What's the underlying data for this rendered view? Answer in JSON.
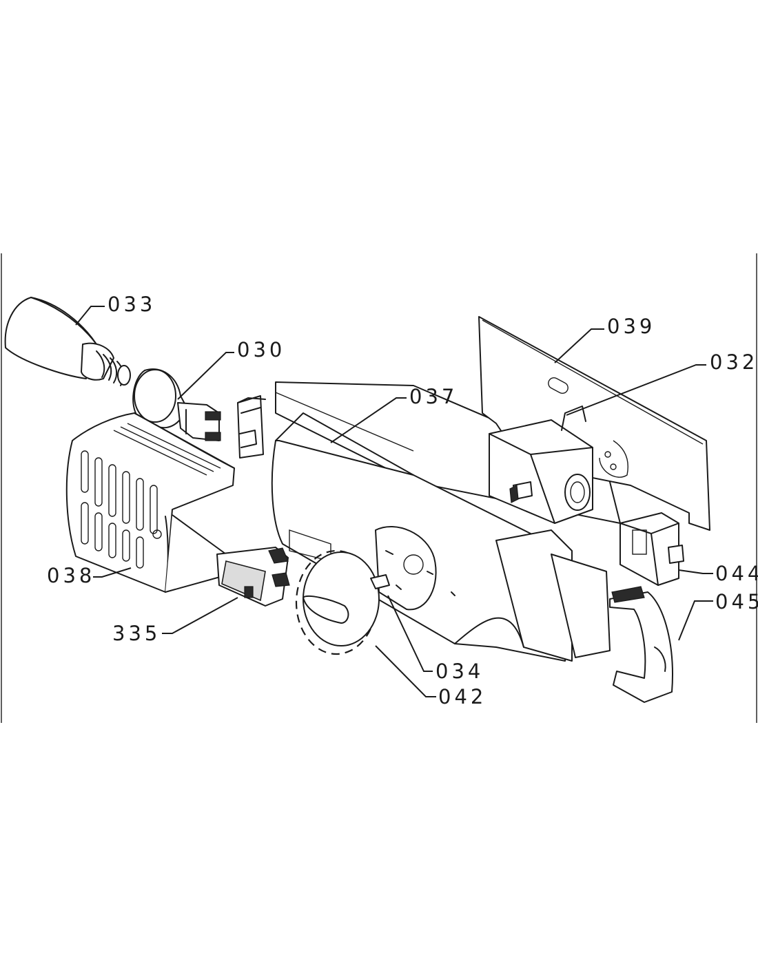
{
  "labels": {
    "p033": "033",
    "p030": "030",
    "p039": "039",
    "p032": "032",
    "p037": "037",
    "p038": "038",
    "p335": "335",
    "p044": "044",
    "p045": "045",
    "p034": "034",
    "p042": "042"
  }
}
